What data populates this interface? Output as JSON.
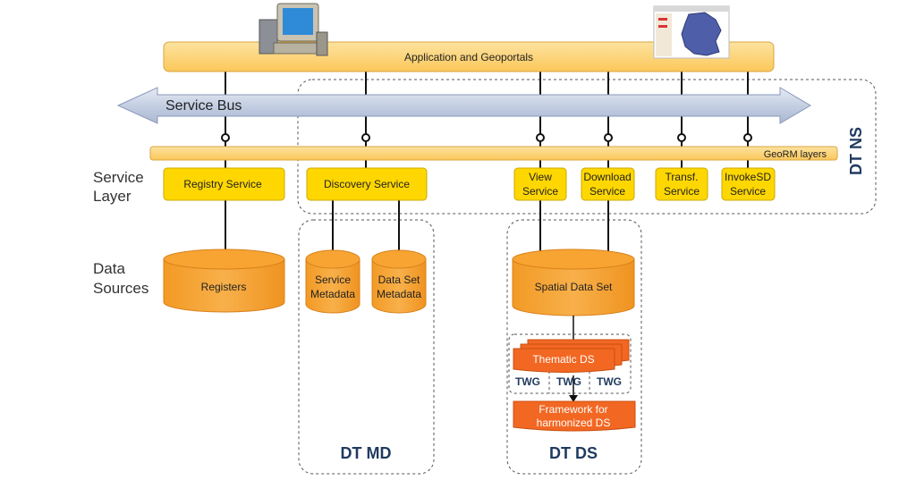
{
  "top_bar": {
    "label": "Application and Geoportals"
  },
  "service_bus": {
    "label": "Service  Bus"
  },
  "georm": {
    "label": "GeoRM layers"
  },
  "side_labels": {
    "service_layer_1": "Service",
    "service_layer_2": "Layer",
    "data_sources_1": "Data",
    "data_sources_2": "Sources"
  },
  "services": {
    "registry": "Registry Service",
    "discovery": "Discovery Service",
    "view_1": "View",
    "view_2": "Service",
    "download_1": "Download",
    "download_2": "Service",
    "transf_1": "Transf.",
    "transf_2": "Service",
    "invoke_1": "InvokeSD",
    "invoke_2": "Service"
  },
  "data_sources": {
    "registers": "Registers",
    "service_metadata_1": "Service",
    "service_metadata_2": "Metadata",
    "dataset_metadata_1": "Data Set",
    "dataset_metadata_2": "Metadata",
    "spatial_data_set": "Spatial Data Set"
  },
  "ds_detail": {
    "thematic": "Thematic DS",
    "twg_1": "TWG",
    "twg_2": "TWG",
    "twg_3": "TWG",
    "framework_1": "Framework for",
    "framework_2": "harmonized DS"
  },
  "groups": {
    "dt_ns": "DT NS",
    "dt_md": "DT MD",
    "dt_ds": "DT DS"
  },
  "icons": {
    "computer": "computer-icon",
    "map": "germany-map-thumbnail-icon"
  },
  "colors": {
    "bar_fill": "#fdd67f",
    "service_fill": "#ffd700",
    "cylinder_fill": "#f7a433",
    "orange_fill": "#f26722",
    "bus_fill": "#c9d3e6",
    "group_text": "#1f3a5f"
  }
}
